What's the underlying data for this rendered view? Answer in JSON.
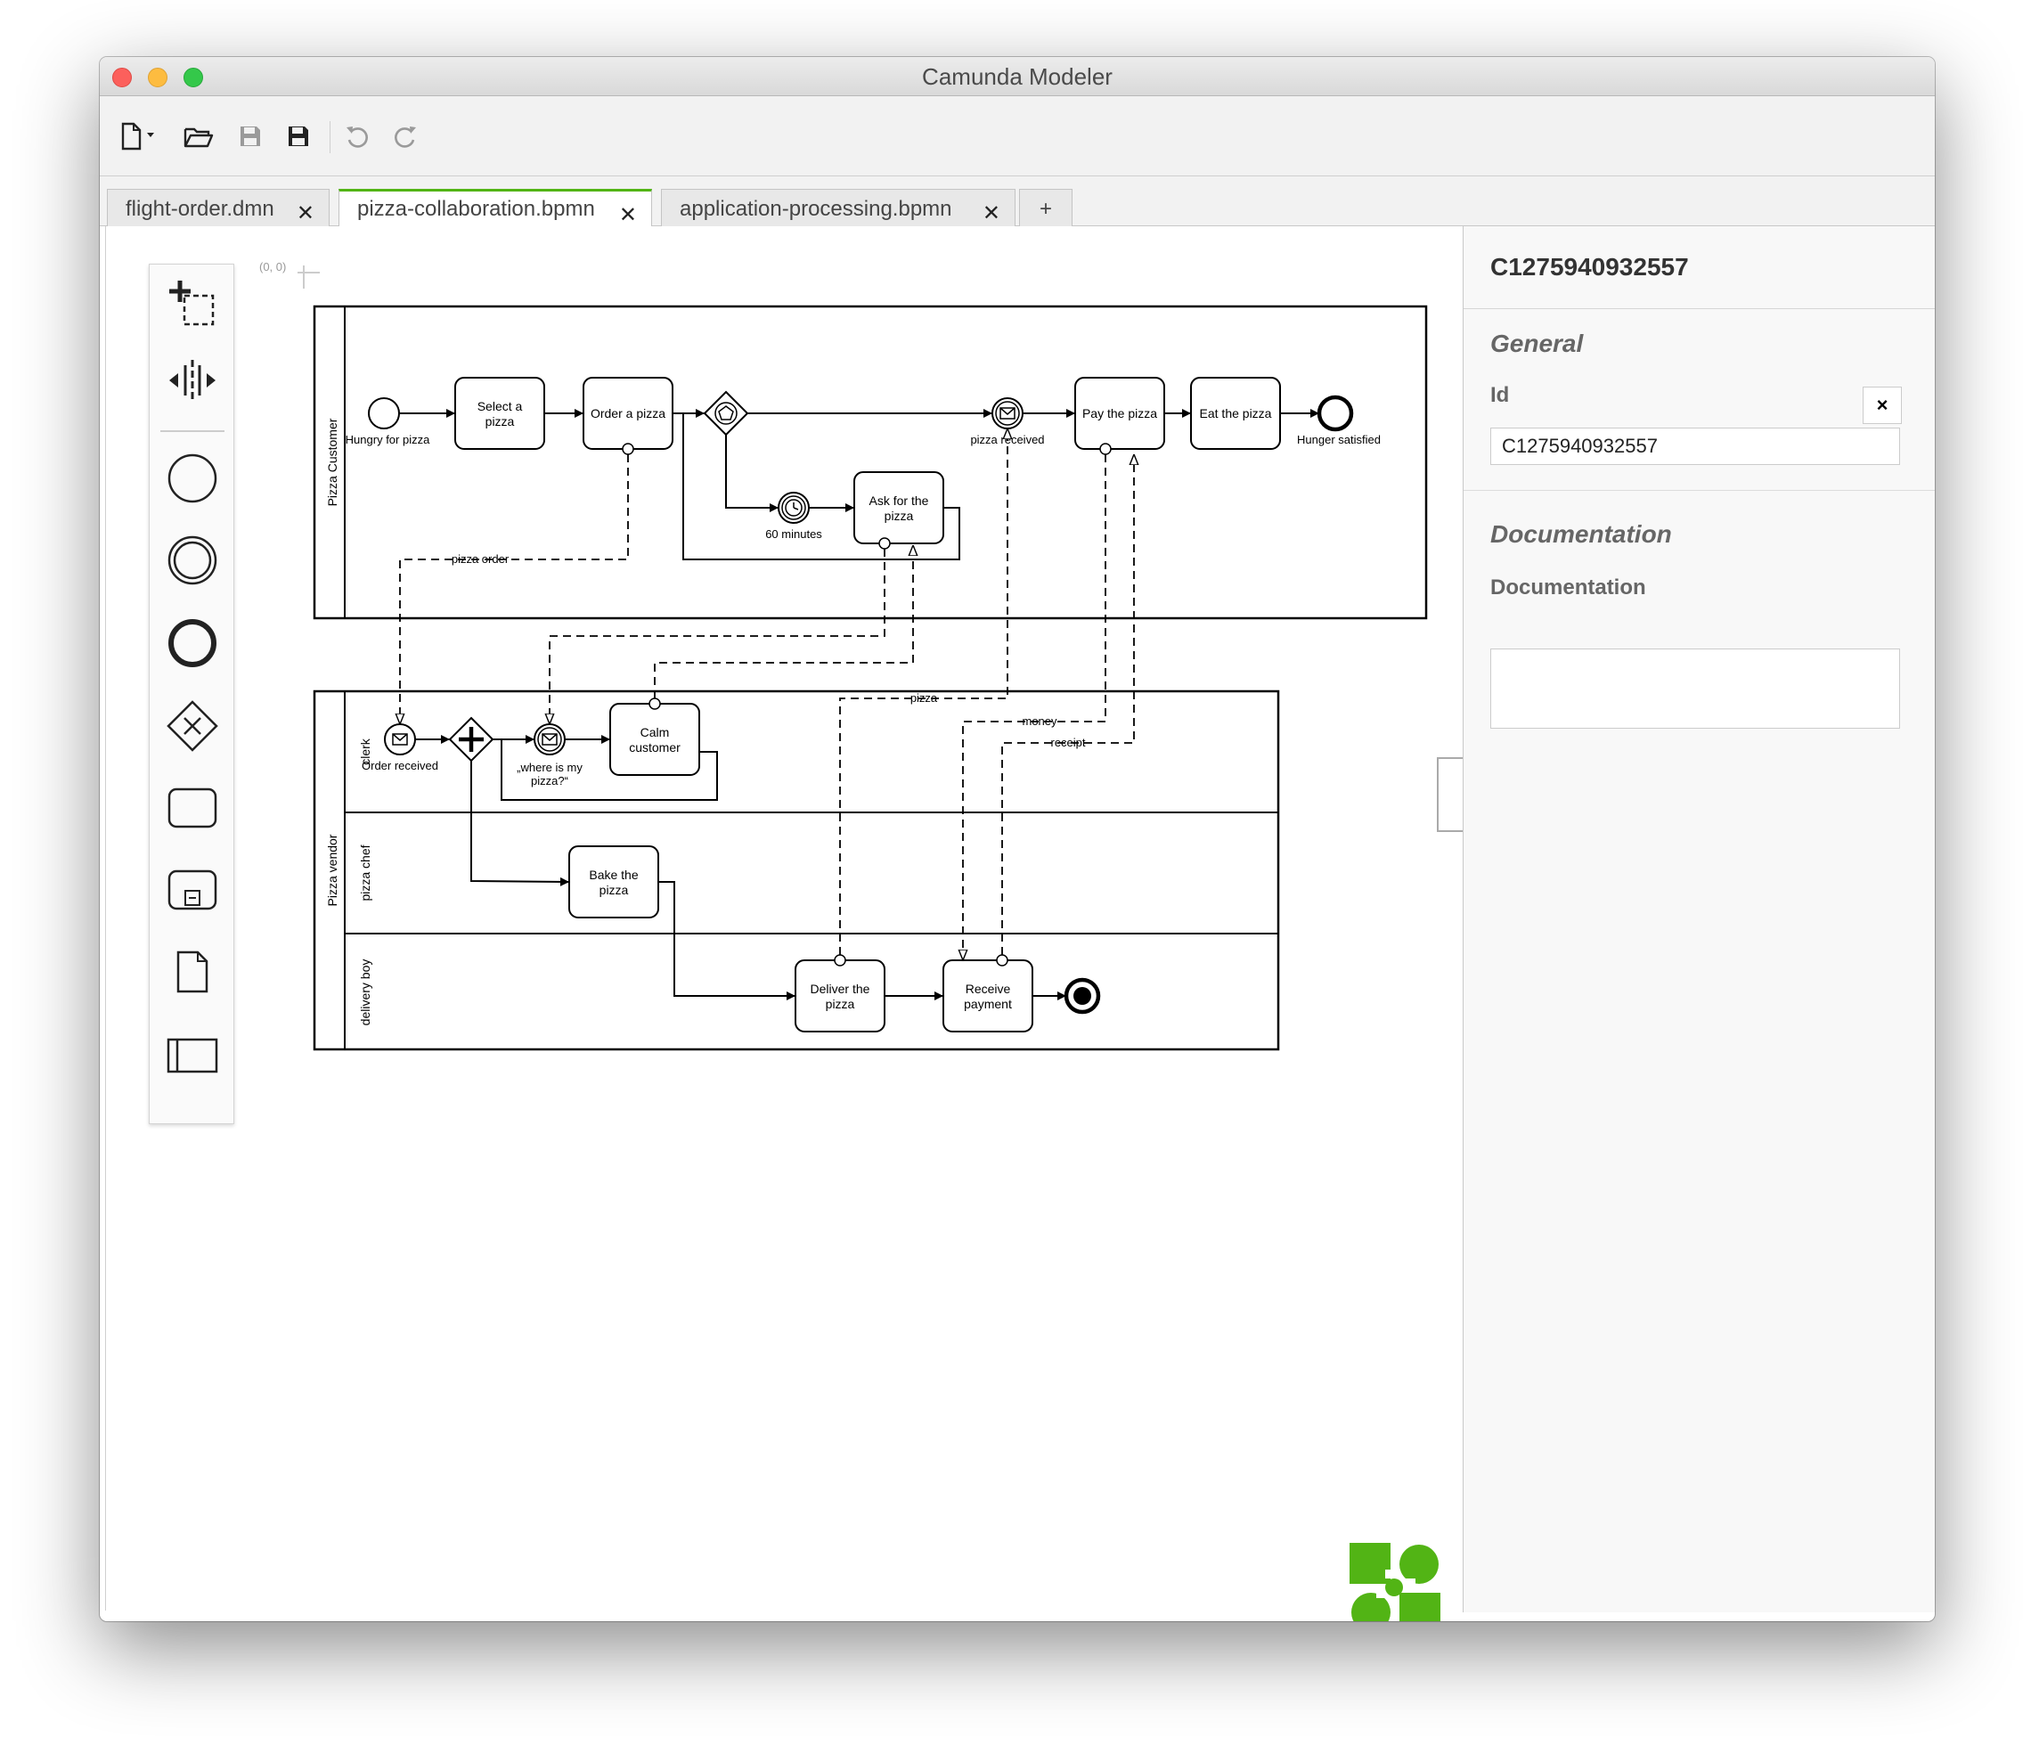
{
  "window": {
    "title": "Camunda Modeler"
  },
  "tabs": [
    {
      "label": "flight-order.dmn",
      "active": false
    },
    {
      "label": "pizza-collaboration.bpmn",
      "active": true
    },
    {
      "label": "application-processing.bpmn",
      "active": false
    }
  ],
  "tab_add_label": "+",
  "tab_close_glyph": "✕",
  "toolbar": [
    "new-file-icon",
    "open-folder-icon",
    "save-icon",
    "save-as-icon",
    "undo-icon",
    "redo-icon"
  ],
  "palette": [
    "lasso-tool-icon",
    "space-tool-icon",
    "start-event-icon",
    "intermediate-event-icon",
    "end-event-icon",
    "gateway-icon",
    "task-icon",
    "subprocess-icon",
    "data-object-icon",
    "participant-icon"
  ],
  "diagram": {
    "origin_label": "(0, 0)",
    "customer_pool": "Pizza Customer",
    "vendor_pool": "Pizza vendor",
    "lanes": {
      "clerk": "clerk",
      "chef": "pizza chef",
      "delivery": "delivery boy"
    },
    "customer": {
      "start_event": "Hungry for pizza",
      "select_task": [
        "Select a",
        "pizza"
      ],
      "order_task": "Order a pizza",
      "timer_event": "60 minutes",
      "ask_task": [
        "Ask for the",
        "pizza"
      ],
      "pizza_received": "pizza received",
      "pay_task": "Pay the pizza",
      "eat_task": "Eat the pizza",
      "end_event": "Hunger satisfied"
    },
    "vendor": {
      "order_received": "Order received",
      "where_event": [
        "„where is my",
        "pizza?“"
      ],
      "calm_task": [
        "Calm",
        "customer"
      ],
      "bake_task": [
        "Bake the",
        "pizza"
      ],
      "deliver_task": [
        "Deliver the",
        "pizza"
      ],
      "payment_task": [
        "Receive",
        "payment"
      ]
    },
    "messages": {
      "pizza_order": "pizza order",
      "pizza": "pizza",
      "money": "money",
      "receipt": "receipt"
    }
  },
  "properties": {
    "element_id": "C1275940932557",
    "group_general": "General",
    "id_label": "Id",
    "id_value": "C1275940932557",
    "clear_glyph": "×",
    "group_documentation": "Documentation",
    "documentation_label": "Documentation",
    "documentation_value": ""
  },
  "colors": {
    "accent": "#52b415",
    "logo": "#52b415"
  }
}
